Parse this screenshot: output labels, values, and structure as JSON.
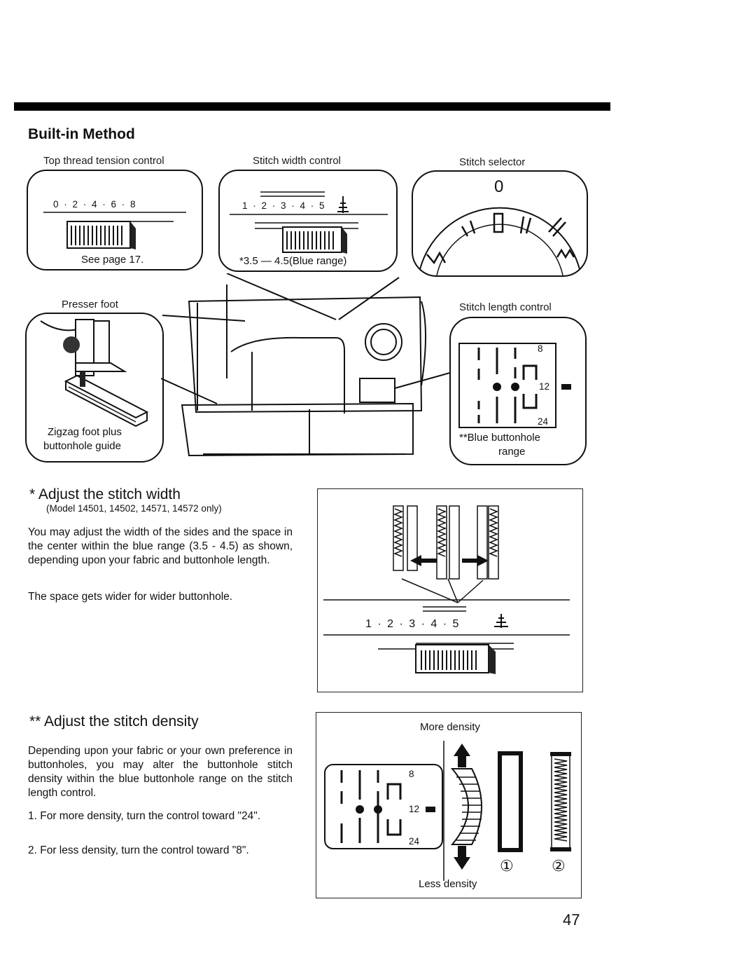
{
  "header": {
    "section_title": "Built-in Method"
  },
  "diagram": {
    "top_thread_label": "Top thread tension control",
    "top_thread_scale": "0 · 2 · 4 · 6 · 8",
    "top_thread_note": "See page 17.",
    "stitch_width_label": "Stitch width control",
    "stitch_width_scale": "1 · 2 · 3 · 4 · 5",
    "stitch_width_note": "*3.5 — 4.5(Blue range)",
    "stitch_selector_label": "Stitch selector",
    "stitch_selector_value": "0",
    "presser_foot_label": "Presser foot",
    "zigzag_label_line1": "Zigzag foot plus",
    "zigzag_label_line2": "buttonhole guide",
    "stitch_length_label": "Stitch length control",
    "stitch_length_marks": [
      "8",
      "12",
      "24"
    ],
    "blue_buttonhole_line1": "**Blue buttonhole",
    "blue_buttonhole_line2": "range"
  },
  "width_section": {
    "heading": "* Adjust the stitch width",
    "models": "(Model 14501, 14502, 14571, 14572 only)",
    "paragraph1": "You may adjust the width of the sides and the space in the center within the blue range (3.5 - 4.5) as shown, depending upon your fabric and buttonhole length.",
    "paragraph2": "The space gets wider for wider buttonhole.",
    "scale": "1 · 2 · 3 · 4 · 5"
  },
  "density_section": {
    "heading": "** Adjust the stitch density",
    "paragraph": "Depending upon your fabric or your own preference in buttonholes, you may alter the buttonhole stitch density within the blue buttonhole range on the stitch length control.",
    "item1": "1. For more density, turn the control toward \"24\".",
    "item2": "2. For less density, turn the control toward \"8\".",
    "more_density": "More density",
    "less_density": "Less density",
    "marker1": "①",
    "marker2": "②",
    "marks": [
      "8",
      "12",
      "24"
    ]
  },
  "footer": {
    "page_number": "47"
  }
}
